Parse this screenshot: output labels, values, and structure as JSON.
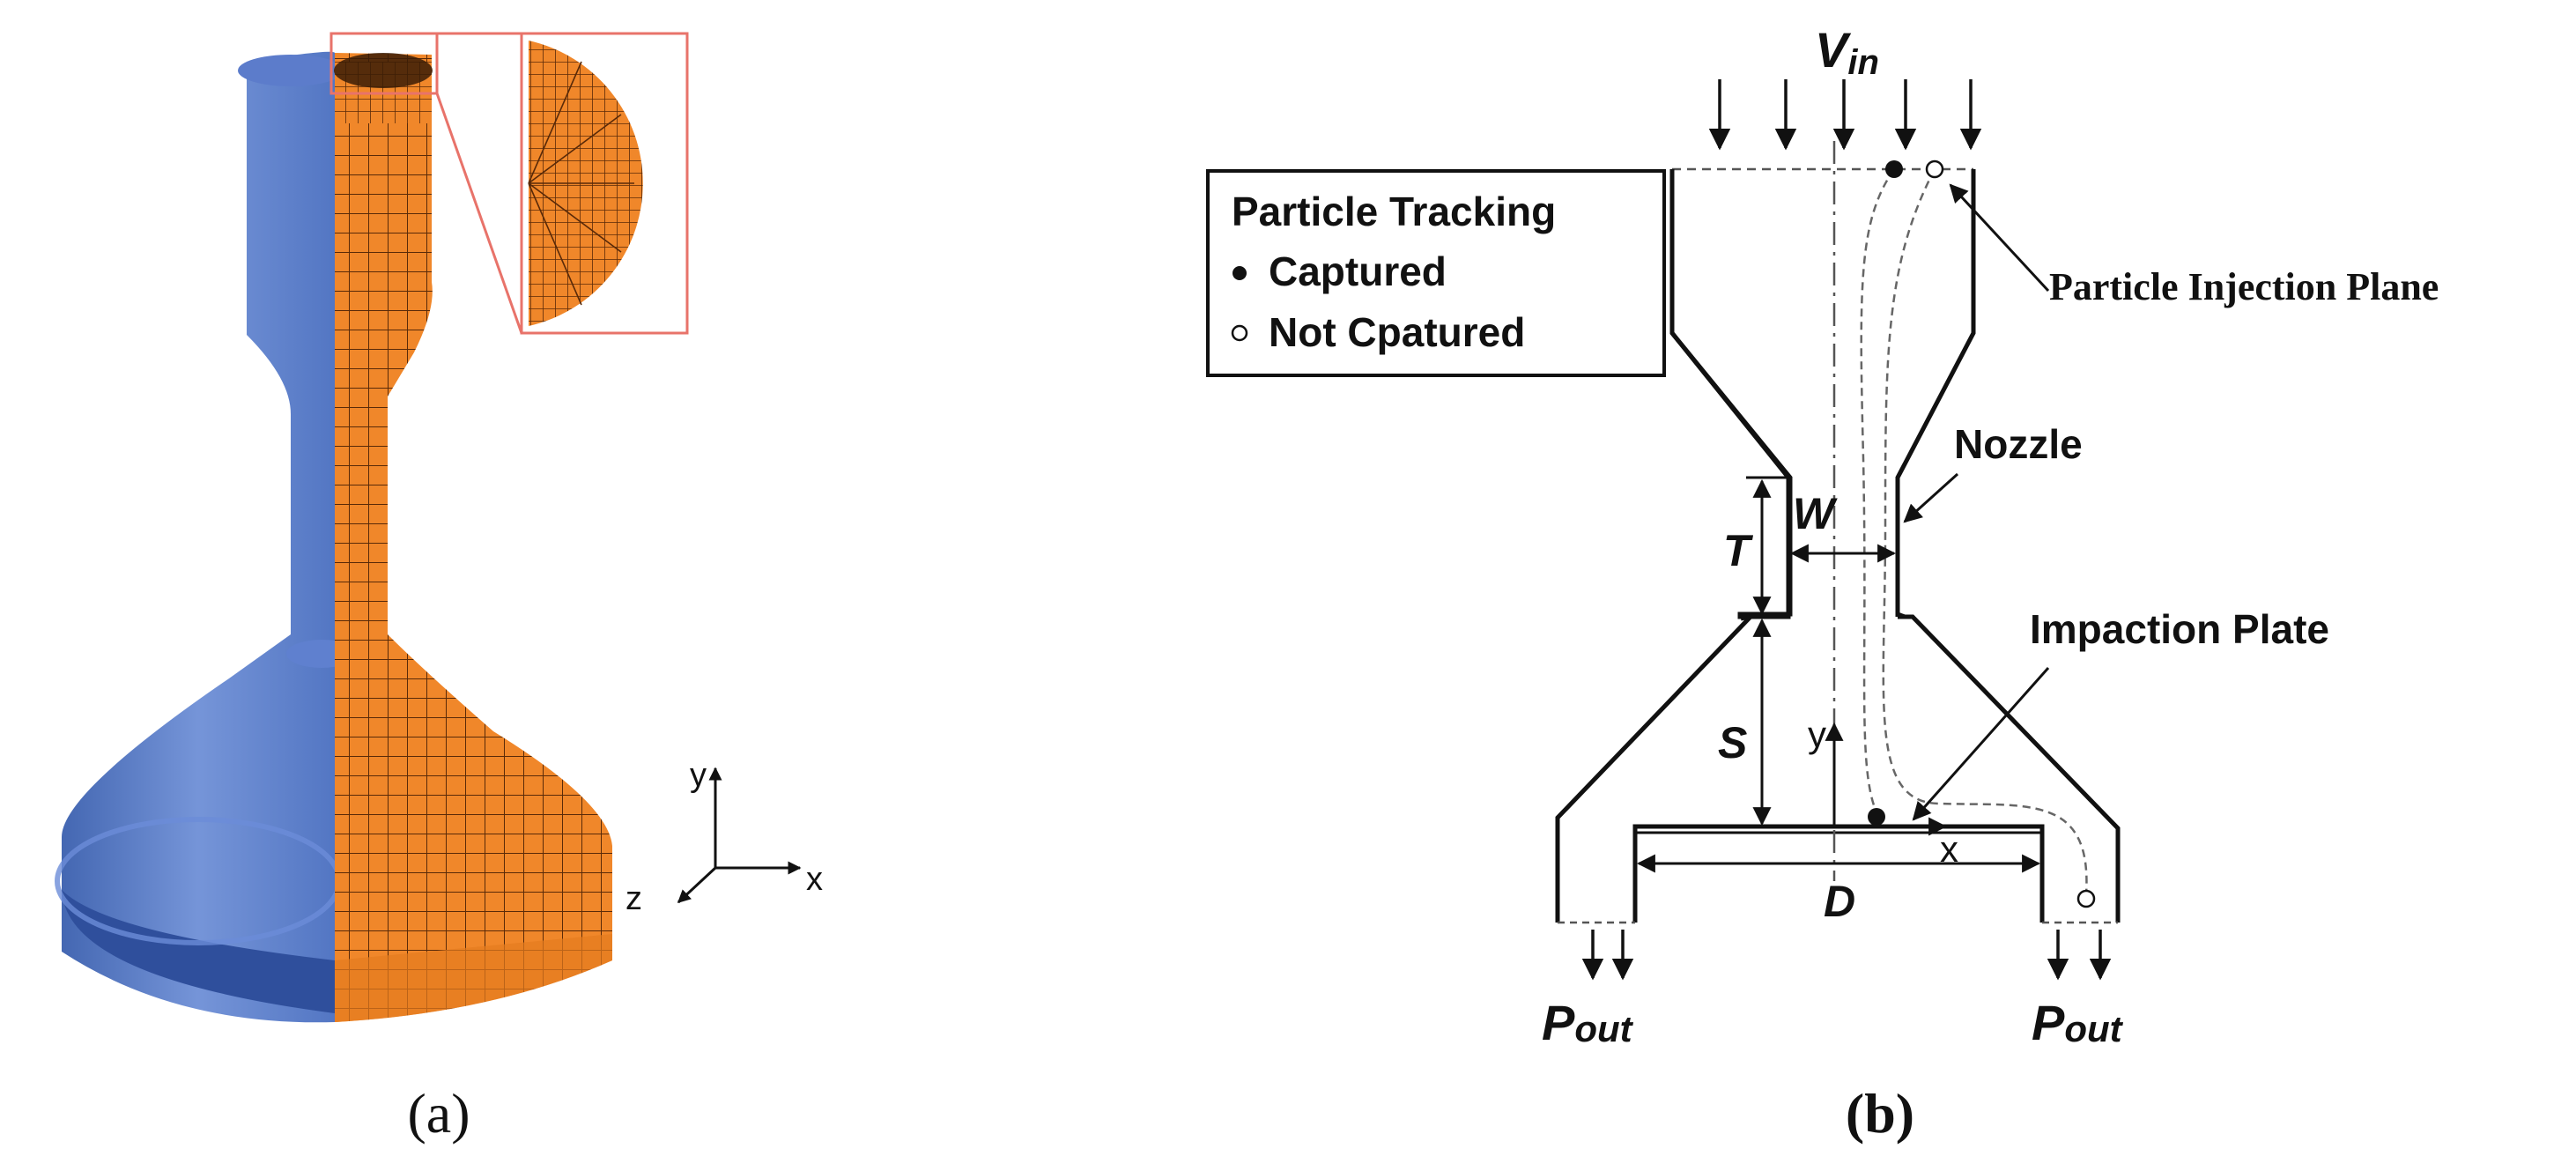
{
  "panels": {
    "a": {
      "caption": "(a)"
    },
    "b": {
      "caption": "(b)"
    }
  },
  "axes3d": {
    "x": "x",
    "y": "y",
    "z": "z"
  },
  "diagram": {
    "inlet_label": {
      "base": "V",
      "sub": "in"
    },
    "outlet_label": {
      "base": "P",
      "sub": "out"
    },
    "legend": {
      "title": "Particle Tracking",
      "captured": "Captured",
      "not_captured": "Not Cpatured"
    },
    "labels": {
      "injection_plane": "Particle Injection Plane",
      "nozzle": "Nozzle",
      "impaction_plate": "Impaction Plate"
    },
    "dims": {
      "W": "W",
      "T": "T",
      "S": "S",
      "D": "D"
    },
    "axes": {
      "x": "x",
      "y": "y"
    }
  },
  "colors": {
    "mesh": "#f0872a",
    "mesh_line": "#5a2a08",
    "shell": "#4a6fc0",
    "inset_border": "#e8736a",
    "ink": "#111111"
  }
}
